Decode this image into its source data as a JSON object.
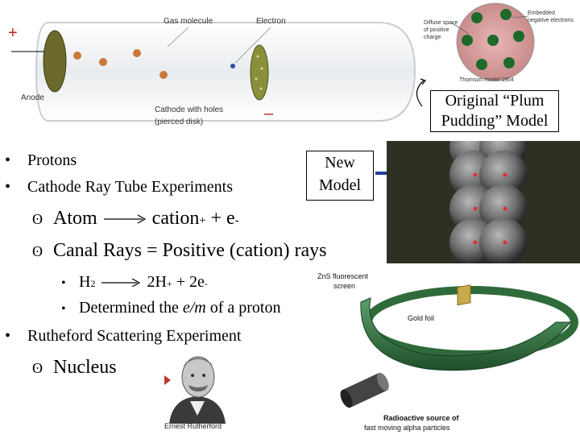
{
  "tube": {
    "plus": "+",
    "minus": "–",
    "gas_molecule": "Gas molecule",
    "electron": "Electron",
    "anode": "Anode",
    "cathode_line1": "Cathode with holes",
    "cathode_line2": "(pierced disk)"
  },
  "thomson": {
    "diffuse_label": "Diffuse space of positive charge",
    "embedded_label": "Embedded negative electrons",
    "caption": "Thomson model 1904",
    "box_line1": "Original “Plum",
    "box_line2": "Pudding” Model"
  },
  "new_model": {
    "line1": "New",
    "line2": "Model"
  },
  "bullets": {
    "protons": "Protons",
    "cathode_ray": "Cathode Ray Tube Experiments",
    "atom_left": "Atom",
    "atom_cation": "cation",
    "atom_plus_sup": "+",
    "atom_plus": "+ e",
    "atom_e_sup": "-",
    "canal": "Canal Rays = Positive (cation) rays",
    "h2_left": "H",
    "h2_sub": "2",
    "h2_right": "2H",
    "h2_sup": "+",
    "h2_tail": "+ 2e",
    "h2_tail_sup": "-",
    "em_before": "Determined the ",
    "em_italic": "e/m",
    "em_after": " of a proton",
    "rutherford": "Rutheford Scattering Experiment",
    "nucleus": "Nucleus"
  },
  "rutherford_diagram": {
    "screen_line1": "ZnS fluorescent",
    "screen_line2": "screen",
    "gold_foil": "Gold foil",
    "source_line1": "Radioactive source of",
    "source_line2": "fast moving alpha particles",
    "portrait_caption": "Ernest Rutherford"
  },
  "colors": {
    "arrow_blue": "#1f3f9a",
    "screen_green": "#2f6b3a",
    "anode_olive": "#6b6a2a"
  }
}
